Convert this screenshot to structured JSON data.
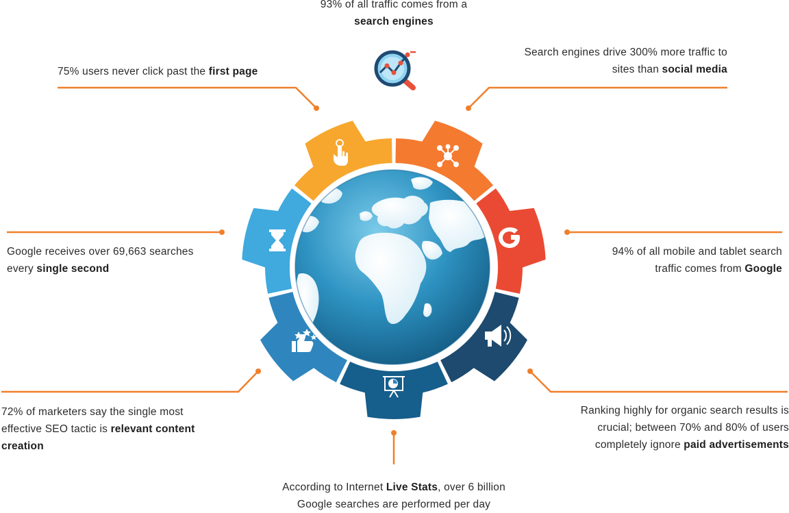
{
  "colors": {
    "connector": "#F07F2A",
    "segments": [
      "#F47A30",
      "#EA4A33",
      "#1D4A6E",
      "#165E8B",
      "#2F86BE",
      "#40A9DE",
      "#F7A72E"
    ],
    "globe_ocean": "#2790BE",
    "globe_land": "#ffffff"
  },
  "gear_icons": [
    "touch-icon",
    "network-icon",
    "google-g-icon",
    "megaphone-icon",
    "presentation-chart-icon",
    "thumbs-up-stars-icon",
    "hourglass-icon"
  ],
  "top_icon": "seo-magnifier-icon",
  "stats": {
    "top": {
      "text": "93% of all traffic comes from a",
      "bold": "search engines"
    },
    "top_left": {
      "text": "75% users never click past the ",
      "bold": "first page"
    },
    "top_right": {
      "line1": "Search engines drive 300% more traffic to",
      "line2": "sites than ",
      "bold": "social media"
    },
    "mid_left": {
      "line1": "Google receives over 69,663 searches",
      "line2": "every ",
      "bold": "single second"
    },
    "mid_right": {
      "line1": "94% of all mobile and tablet search",
      "line2": "traffic comes from ",
      "bold": "Google"
    },
    "bottom_left": {
      "line1": "72% of marketers say the single most",
      "line2": "effective SEO tactic is ",
      "bold": "relevant content",
      "line3_bold": "creation"
    },
    "bottom_right": {
      "line1": "Ranking highly for organic search results is",
      "line2": "crucial; between 70% and 80% of users",
      "line3": "completely ignore ",
      "bold": "paid advertisements"
    },
    "bottom": {
      "line1_pre": "According to Internet ",
      "line1_bold": "Live Stats",
      "line1_post": ", over 6 billion",
      "line2": "Google searches are performed per day"
    }
  }
}
